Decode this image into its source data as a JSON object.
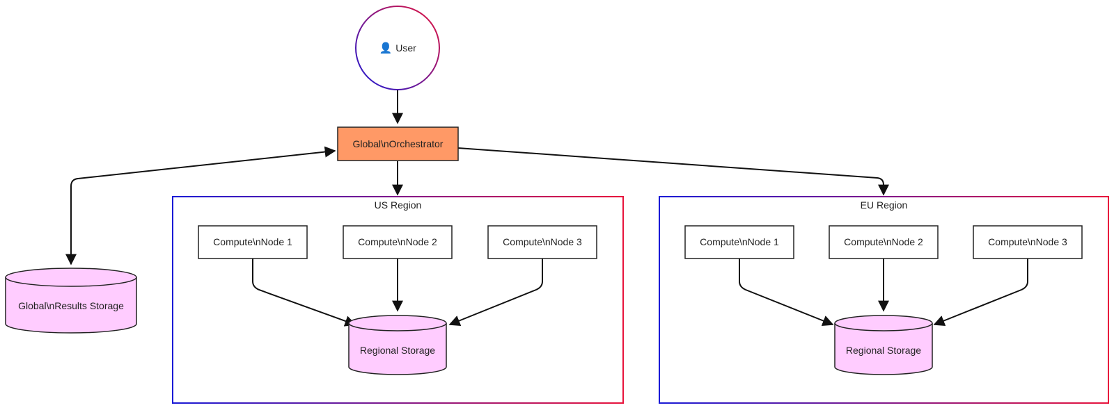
{
  "colors": {
    "background": "#ffffff",
    "orchestrator_fill": "#ff9966",
    "storage_fill": "#ffccff",
    "node_fill": "#ffffff",
    "stroke": "#222222",
    "gradient_start": "#1a1ad6",
    "gradient_end": "#e8143c"
  },
  "user": {
    "icon": "person-icon",
    "icon_glyph": "👤",
    "label": "User"
  },
  "orchestrator": {
    "label": "Global\\nOrchestrator"
  },
  "global_storage": {
    "label": "Global\\nResults Storage"
  },
  "regions": [
    {
      "label": "US Region",
      "nodes": [
        "Compute\\nNode 1",
        "Compute\\nNode 2",
        "Compute\\nNode 3"
      ],
      "storage": "Regional Storage"
    },
    {
      "label": "EU Region",
      "nodes": [
        "Compute\\nNode 1",
        "Compute\\nNode 2",
        "Compute\\nNode 3"
      ],
      "storage": "Regional Storage"
    }
  ]
}
